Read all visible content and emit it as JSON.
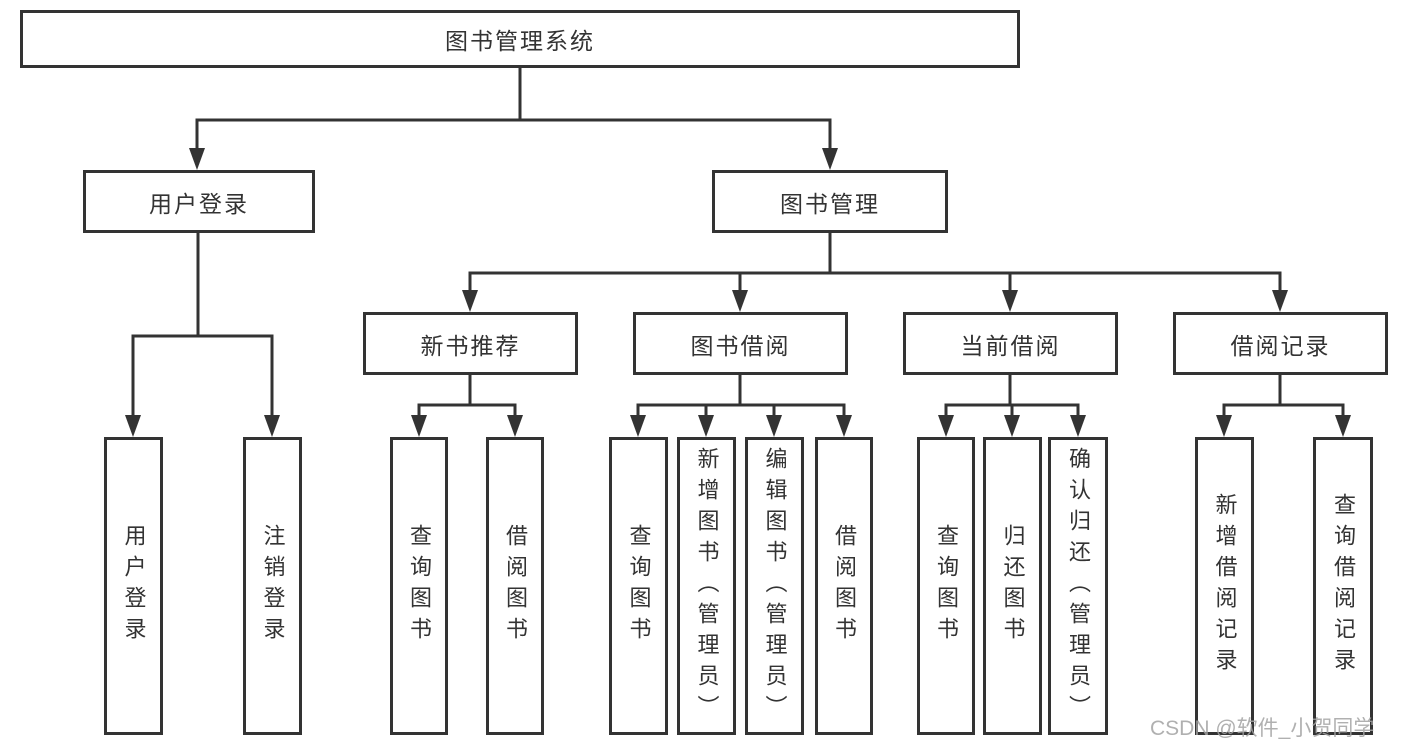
{
  "diagram_type": "hierarchy-tree",
  "colors": {
    "line": "#333333",
    "box_border": "#333333",
    "box_background": "#ffffff",
    "page_background": "#ffffff",
    "watermark": "#a3a3a3"
  },
  "watermark": {
    "text": "CSDN @软件_小贺同学"
  },
  "tree": {
    "label": "图书管理系统",
    "children": [
      {
        "label": "用户登录",
        "children": [
          {
            "label": "用户登录"
          },
          {
            "label": "注销登录"
          }
        ]
      },
      {
        "label": "图书管理",
        "children": [
          {
            "label": "新书推荐",
            "children": [
              {
                "label": "查询图书"
              },
              {
                "label": "借阅图书"
              }
            ]
          },
          {
            "label": "图书借阅",
            "children": [
              {
                "label": "查询图书"
              },
              {
                "label": "新增图书（管理员）"
              },
              {
                "label": "编辑图书（管理员）"
              },
              {
                "label": "借阅图书"
              }
            ]
          },
          {
            "label": "当前借阅",
            "children": [
              {
                "label": "查询图书"
              },
              {
                "label": "归还图书"
              },
              {
                "label": "确认归还（管理员）"
              }
            ]
          },
          {
            "label": "借阅记录",
            "children": [
              {
                "label": "新增借阅记录"
              },
              {
                "label": "查询借阅记录"
              }
            ]
          }
        ]
      }
    ]
  }
}
